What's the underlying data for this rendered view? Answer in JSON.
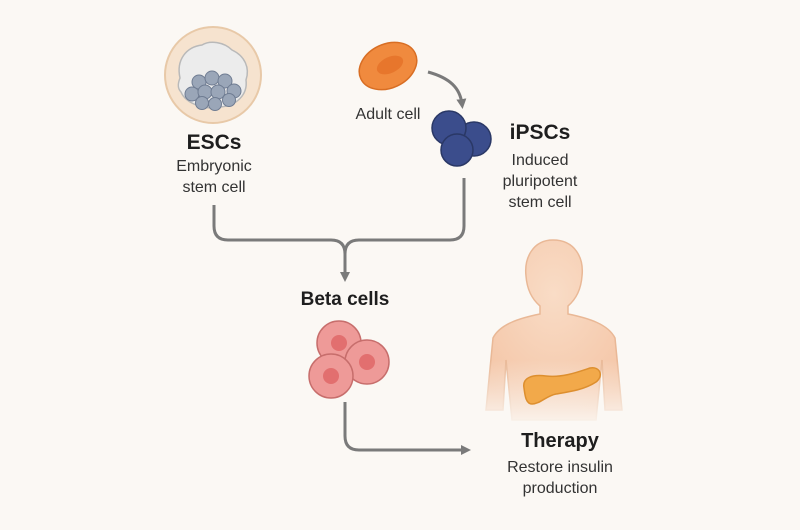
{
  "escs": {
    "title": "ESCs",
    "subtitle_line1": "Embryonic",
    "subtitle_line2": "stem cell"
  },
  "adult_cell": {
    "label": "Adult cell"
  },
  "ipscs": {
    "title": "iPSCs",
    "subtitle_line1": "Induced",
    "subtitle_line2": "pluripotent",
    "subtitle_line3": "stem cell"
  },
  "beta_cells": {
    "title": "Beta cells"
  },
  "therapy": {
    "title": "Therapy",
    "subtitle_line1": "Restore insulin",
    "subtitle_line2": "production"
  },
  "colors": {
    "arrow": "#7a7a7a",
    "embryo_ring": "#f3dcc4",
    "embryo_cells": "#9aa6b8",
    "adult_cell": "#f08a3e",
    "ipsc_cells": "#3b4d8c",
    "beta_cells": "#ee9a98",
    "beta_nucleus": "#e26f6f",
    "body": "#f6cfb4",
    "pancreas": "#f2a94a"
  }
}
